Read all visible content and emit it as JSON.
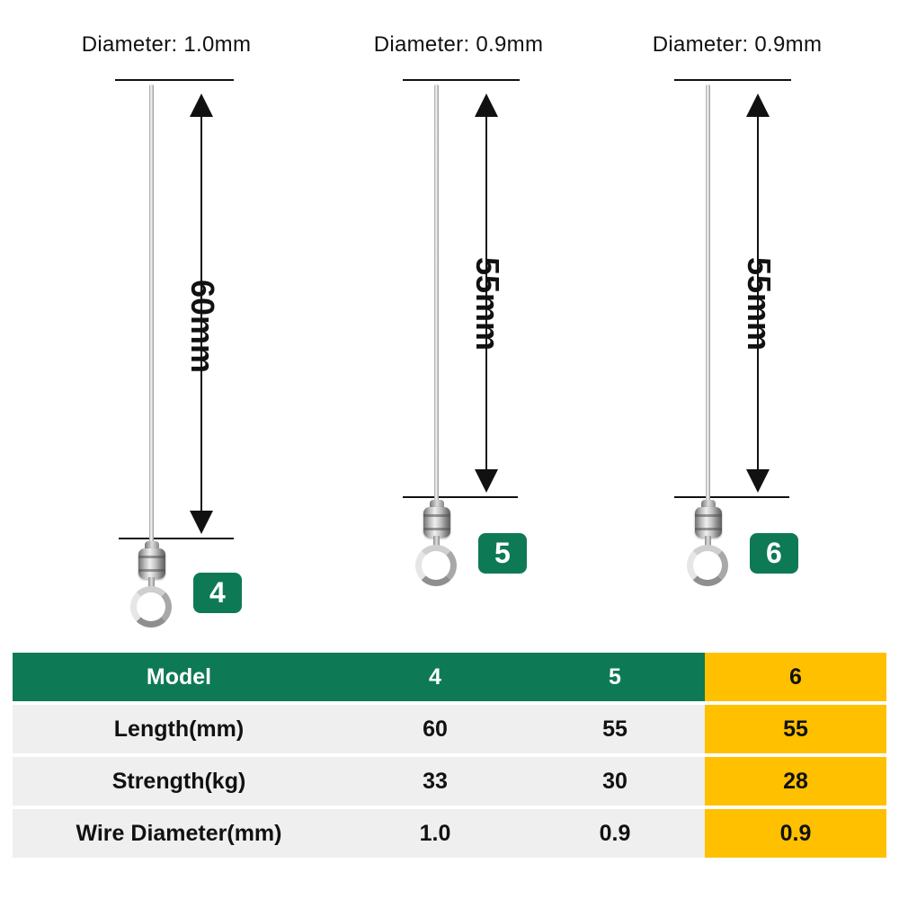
{
  "diagram": {
    "panels": [
      {
        "id": "model-4",
        "diameter_label": "Diameter: 1.0mm",
        "length_label": "60mm",
        "badge": "4"
      },
      {
        "id": "model-5",
        "diameter_label": "Diameter: 0.9mm",
        "length_label": "55mm",
        "badge": "5"
      },
      {
        "id": "model-6",
        "diameter_label": "Diameter: 0.9mm",
        "length_label": "55mm",
        "badge": "6"
      }
    ]
  },
  "table": {
    "rows": [
      {
        "label": "Model",
        "values": [
          "4",
          "5",
          "6"
        ]
      },
      {
        "label": "Length(mm)",
        "values": [
          "60",
          "55",
          "55"
        ]
      },
      {
        "label": "Strength(kg)",
        "values": [
          "33",
          "30",
          "28"
        ]
      },
      {
        "label": "Wire Diameter(mm)",
        "values": [
          "1.0",
          "0.9",
          "0.9"
        ]
      }
    ],
    "highlight_column_index": 2
  },
  "colors": {
    "brand_green": "#0d7a55",
    "highlight_yellow": "#ffc000",
    "row_background": "#efefef",
    "text": "#111111"
  }
}
